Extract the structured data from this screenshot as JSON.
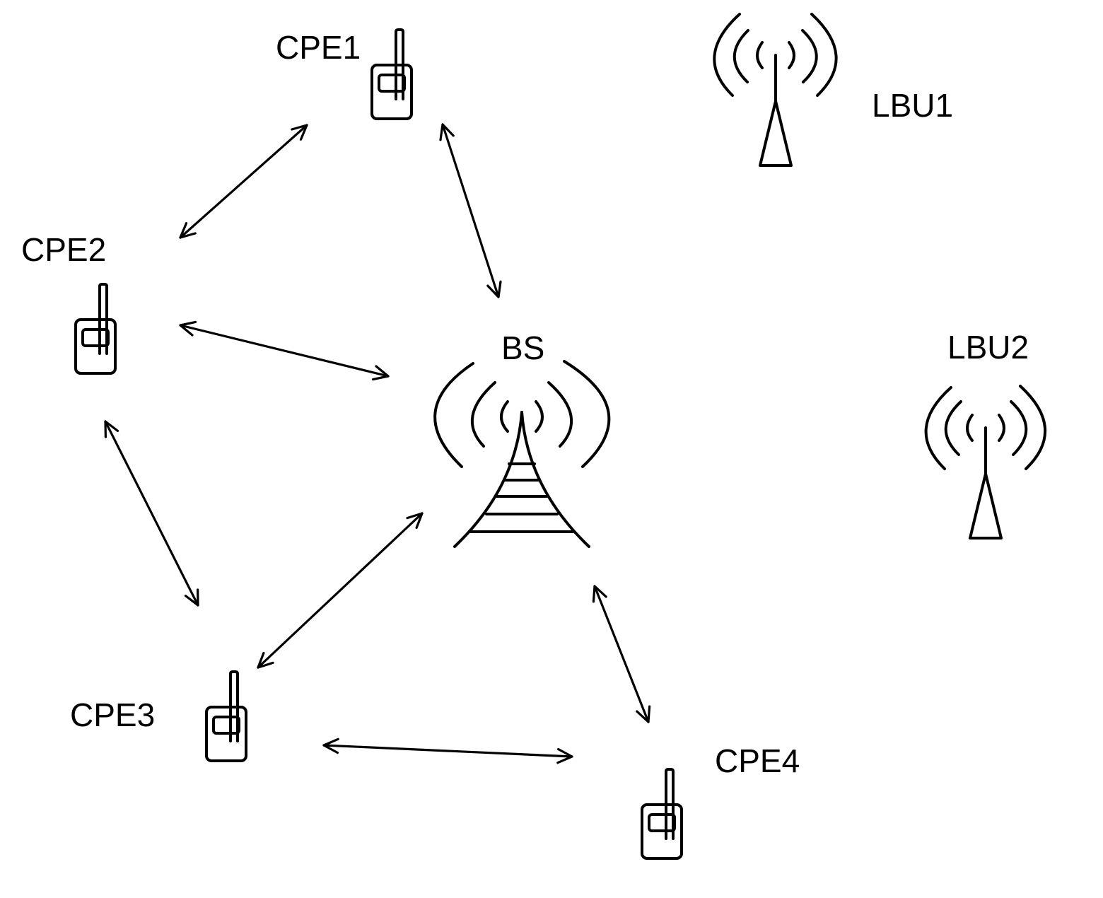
{
  "nodes": {
    "cpe1": {
      "label": "CPE1"
    },
    "cpe2": {
      "label": "CPE2"
    },
    "cpe3": {
      "label": "CPE3"
    },
    "cpe4": {
      "label": "CPE4"
    },
    "bs": {
      "label": "BS"
    },
    "lbu1": {
      "label": "LBU1"
    },
    "lbu2": {
      "label": "LBU2"
    }
  },
  "links": [
    {
      "from": "CPE1",
      "to": "CPE2",
      "direction": "bidirectional"
    },
    {
      "from": "CPE1",
      "to": "BS",
      "direction": "bidirectional"
    },
    {
      "from": "CPE2",
      "to": "BS",
      "direction": "bidirectional"
    },
    {
      "from": "CPE2",
      "to": "CPE3",
      "direction": "bidirectional"
    },
    {
      "from": "CPE3",
      "to": "BS",
      "direction": "bidirectional"
    },
    {
      "from": "CPE3",
      "to": "CPE4",
      "direction": "bidirectional"
    },
    {
      "from": "BS",
      "to": "CPE4",
      "direction": "bidirectional"
    }
  ],
  "icons": {
    "cpe": "walkie-talkie-icon",
    "bs": "cell-tower-icon",
    "lbu": "antenna-icon"
  }
}
